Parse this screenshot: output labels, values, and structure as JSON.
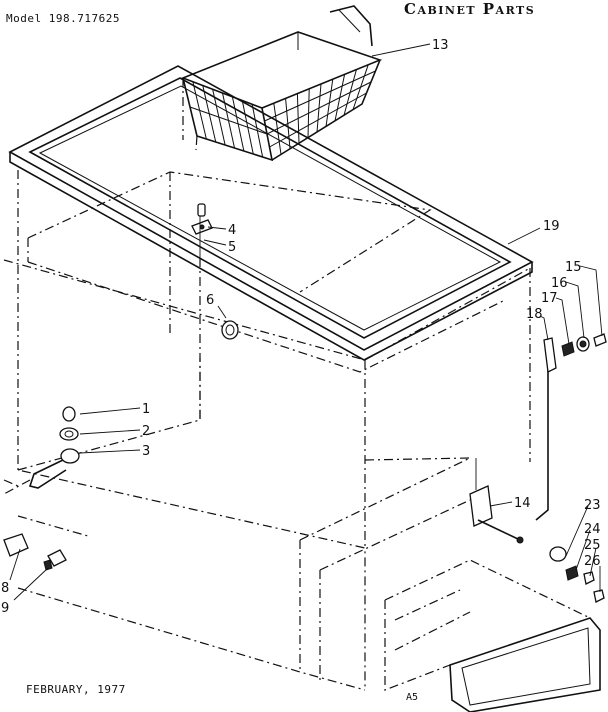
{
  "header": {
    "model": "Model 198.717625",
    "title": "Cabinet Parts"
  },
  "footer": {
    "date": "FEBRUARY, 1977",
    "code": "A5"
  },
  "callouts": [
    {
      "id": "p1",
      "label": "1"
    },
    {
      "id": "p2",
      "label": "2"
    },
    {
      "id": "p3",
      "label": "3"
    },
    {
      "id": "p4",
      "label": "4"
    },
    {
      "id": "p5",
      "label": "5"
    },
    {
      "id": "p6",
      "label": "6"
    },
    {
      "id": "p8",
      "label": "8"
    },
    {
      "id": "p9",
      "label": "9"
    },
    {
      "id": "p13",
      "label": "13"
    },
    {
      "id": "p14",
      "label": "14"
    },
    {
      "id": "p15",
      "label": "15"
    },
    {
      "id": "p16",
      "label": "16"
    },
    {
      "id": "p17",
      "label": "17"
    },
    {
      "id": "p18",
      "label": "18"
    },
    {
      "id": "p19",
      "label": "19"
    },
    {
      "id": "p23",
      "label": "23"
    },
    {
      "id": "p24",
      "label": "24"
    },
    {
      "id": "p25",
      "label": "25"
    },
    {
      "id": "p26",
      "label": "26"
    }
  ]
}
